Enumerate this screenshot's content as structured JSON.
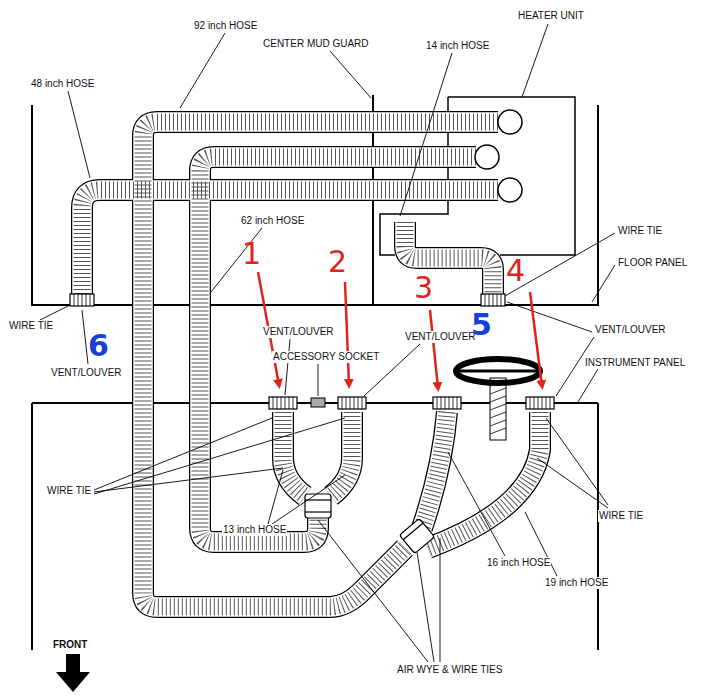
{
  "diagram": {
    "labels": [
      "92 inch HOSE",
      "CENTER MUD GUARD",
      "HEATER UNIT",
      "48 inch HOSE",
      "14 inch HOSE",
      "62 inch HOSE",
      "WIRE TIE",
      "FLOOR PANEL",
      "WIRE TIE",
      "VENT/LOUVER",
      "VENT/LOUVER",
      "ACCESSORY SOCKET",
      "VENT/LOUVER",
      "VENT/LOUVER",
      "INSTRUMENT PANEL",
      "WIRE TIE",
      "13 inch HOSE",
      "WIRE TIE",
      "16 inch HOSE",
      "19 inch HOSE",
      "AIR WYE & WIRE TIES",
      "FRONT",
      "1",
      "2",
      "3",
      "4",
      "5",
      "6"
    ]
  }
}
